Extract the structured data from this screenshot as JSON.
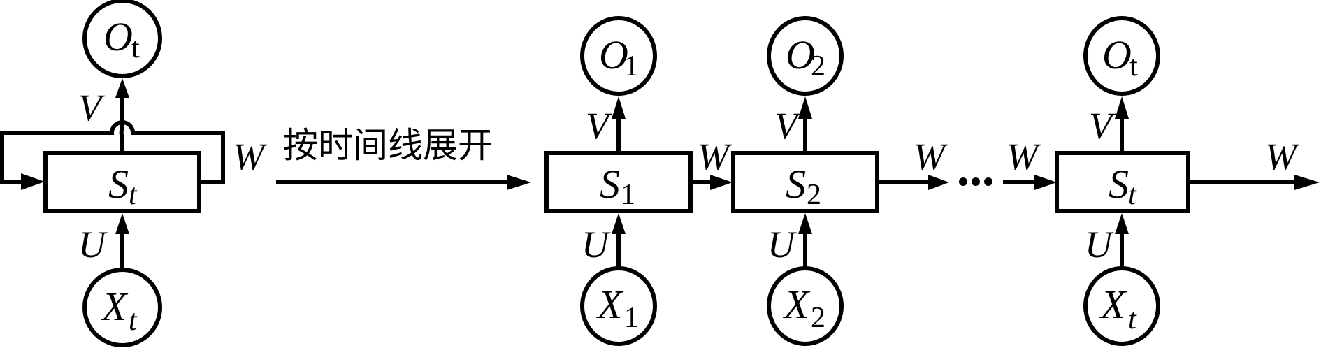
{
  "diagram": {
    "type": "rnn-unfolding",
    "unfold_label": "按时间线展开",
    "ellipsis": "…",
    "folded": {
      "output": {
        "main": "O",
        "sub": "t"
      },
      "state": {
        "main": "S",
        "sub": "t"
      },
      "input": {
        "main": "X",
        "sub": "t"
      },
      "weights": {
        "input": "U",
        "output": "V",
        "recurrent": "W"
      }
    },
    "unrolled": [
      {
        "output": {
          "main": "O",
          "sub": "1"
        },
        "state": {
          "main": "S",
          "sub": "1"
        },
        "input": {
          "main": "X",
          "sub": "1"
        },
        "weights": {
          "input": "U",
          "output": "V",
          "recurrent_out": "W"
        }
      },
      {
        "output": {
          "main": "O",
          "sub": "2"
        },
        "state": {
          "main": "S",
          "sub": "2"
        },
        "input": {
          "main": "X",
          "sub": "2"
        },
        "weights": {
          "input": "U",
          "output": "V",
          "recurrent_out": "W"
        }
      },
      {
        "output": {
          "main": "O",
          "sub": "t"
        },
        "state": {
          "main": "S",
          "sub": "t"
        },
        "input": {
          "main": "X",
          "sub": "t"
        },
        "weights": {
          "input": "U",
          "output": "V",
          "recurrent_in": "W",
          "recurrent_out": "W"
        }
      }
    ]
  }
}
